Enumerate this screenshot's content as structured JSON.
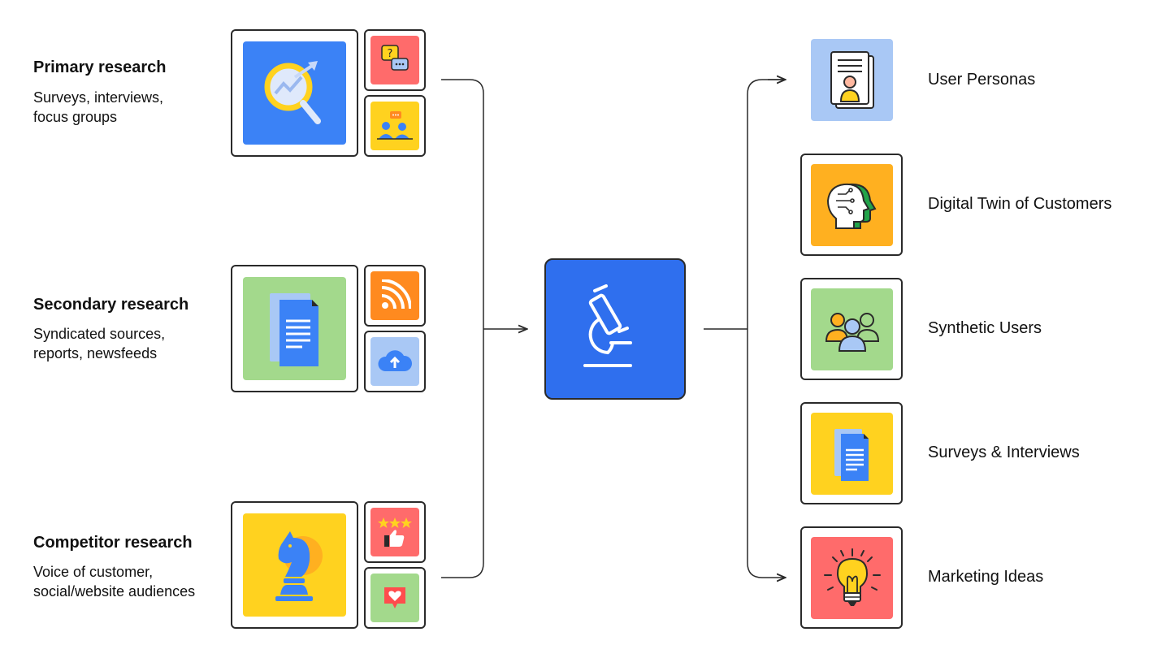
{
  "sources": [
    {
      "title": "Primary research",
      "lines": [
        "Surveys, interviews,",
        "focus groups"
      ]
    },
    {
      "title": "Secondary research",
      "lines": [
        "Syndicated sources,",
        "reports, newsfeeds"
      ]
    },
    {
      "title": "Competitor research",
      "lines": [
        "Voice of customer,",
        "social/website audiences"
      ]
    }
  ],
  "outputs": [
    {
      "label": "User Personas"
    },
    {
      "label": "Digital Twin of Customers"
    },
    {
      "label": "Synthetic Users"
    },
    {
      "label": "Surveys & Interviews"
    },
    {
      "label": "Marketing Ideas"
    }
  ],
  "center": {
    "icon": "microscope-icon"
  },
  "colors": {
    "blue": "#3b82f6",
    "red": "#ff6b6b",
    "yellow": "#ffd21f",
    "orange": "#ff8a1f",
    "green": "#a3d98c",
    "light_blue": "#a9c8f5",
    "amber": "#ffb020",
    "stroke": "#2a2a2a"
  }
}
